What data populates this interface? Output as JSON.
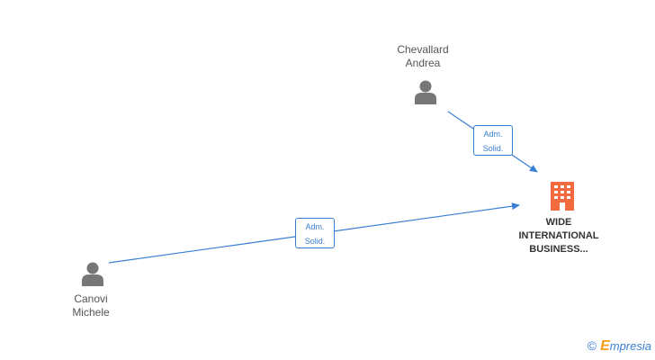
{
  "nodes": {
    "person_top": {
      "line1": "Chevallard",
      "line2": "Andrea",
      "icon": "person-icon"
    },
    "person_left": {
      "line1": "Canovi",
      "line2": "Michele",
      "icon": "person-icon"
    },
    "company": {
      "line1": "WIDE",
      "line2": "INTERNATIONAL",
      "line3": "BUSINESS...",
      "icon": "building-icon"
    }
  },
  "edges": [
    {
      "from": "person_top",
      "to": "company",
      "label_line1": "Adm.",
      "label_line2": "Solid."
    },
    {
      "from": "person_left",
      "to": "company",
      "label_line1": "Adm.",
      "label_line2": "Solid."
    }
  ],
  "brand": {
    "copyright": "©",
    "initial": "E",
    "name": "mpresia"
  },
  "colors": {
    "edge": "#3a7fd5",
    "person": "#777777",
    "company": "#f26a3d"
  }
}
